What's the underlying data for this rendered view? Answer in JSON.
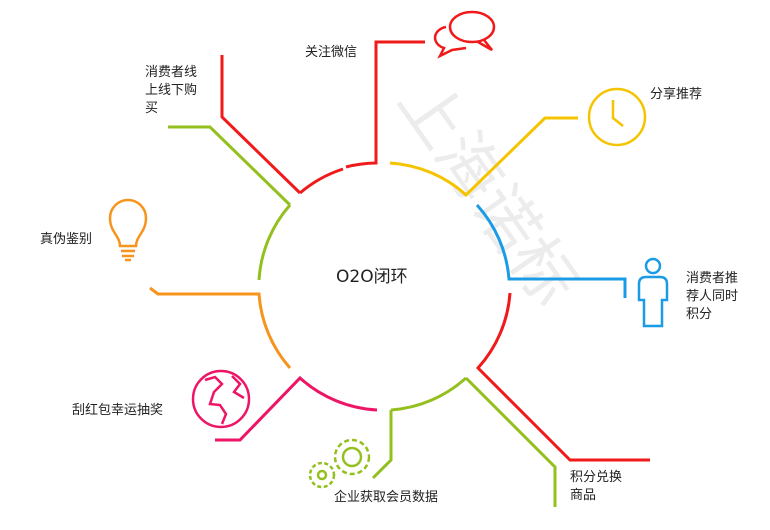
{
  "title": "O2O闭环",
  "watermark": "上海诺标",
  "colors": {
    "red": "#f01a1a",
    "green": "#93c01f",
    "yellow": "#f5c400",
    "blue": "#1a9be6",
    "orange": "#f7941d",
    "pink": "#ee1466"
  },
  "nodes": [
    {
      "label": "关注微信",
      "icon": "chat-bubbles-icon"
    },
    {
      "label": "消费者线\n上线下购\n买",
      "icon": ""
    },
    {
      "label": "分享推荐",
      "icon": "clock-icon"
    },
    {
      "label": "真伪鉴别",
      "icon": "lightbulb-icon"
    },
    {
      "label": "消费者推\n荐人同时\n积分",
      "icon": "person-icon"
    },
    {
      "label": "刮红包幸运抽奖",
      "icon": "globe-icon"
    },
    {
      "label": "企业获取会员数据",
      "icon": "gears-icon"
    },
    {
      "label": "积分兑换\n商品",
      "icon": ""
    }
  ]
}
